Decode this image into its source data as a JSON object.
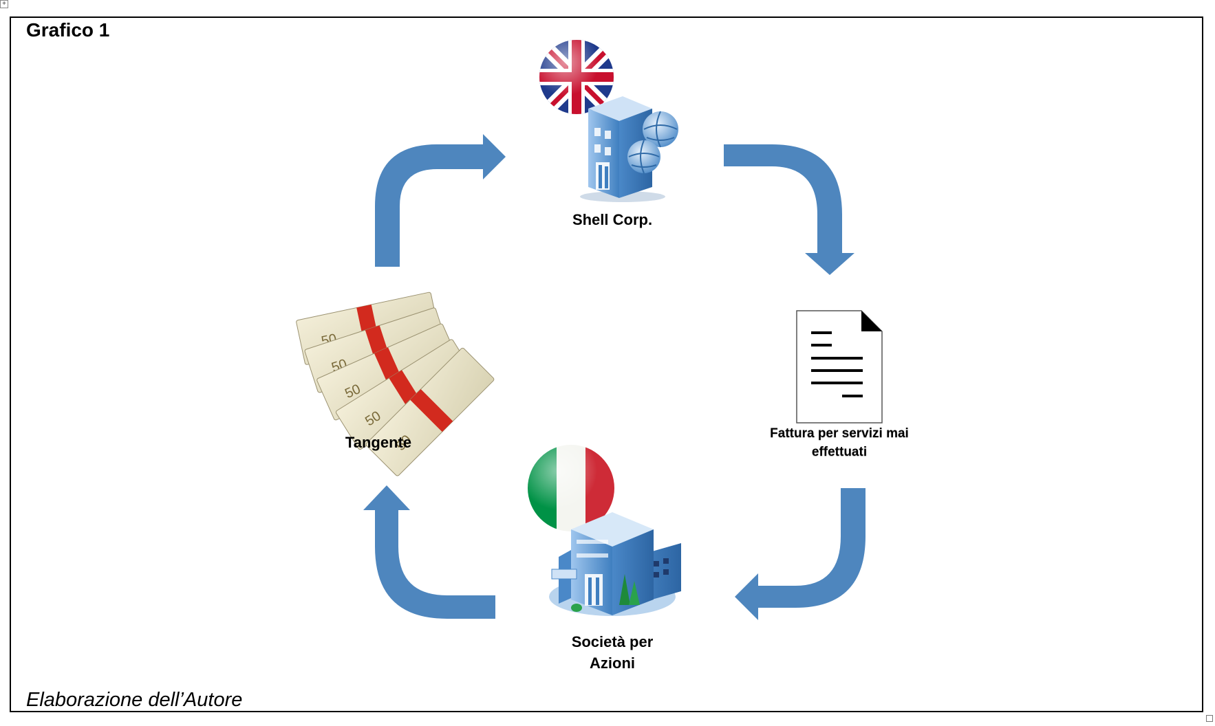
{
  "figure": {
    "title": "Grafico 1",
    "caption": "Elaborazione dell’Autore"
  },
  "nodes": {
    "shell_corp": {
      "label": "Shell Corp.",
      "flag": "uk-flag-icon",
      "icon": "office-building-with-globes-icon"
    },
    "fattura": {
      "label_line1": "Fattura per servizi mai",
      "label_line2": "effettuati",
      "icon": "document-icon"
    },
    "spa": {
      "label_line1": "Società per",
      "label_line2": "Azioni",
      "flag": "italy-flag-icon",
      "icon": "corporate-building-icon"
    },
    "tangente": {
      "label": "Tangente",
      "icon": "euro-banknotes-icon"
    }
  },
  "colors": {
    "arrow": "#4e86be",
    "building": "#5b9bd5",
    "uk_blue": "#1f3a8c",
    "uk_red": "#c8102e",
    "it_green": "#009246",
    "it_red": "#ce2b37"
  }
}
